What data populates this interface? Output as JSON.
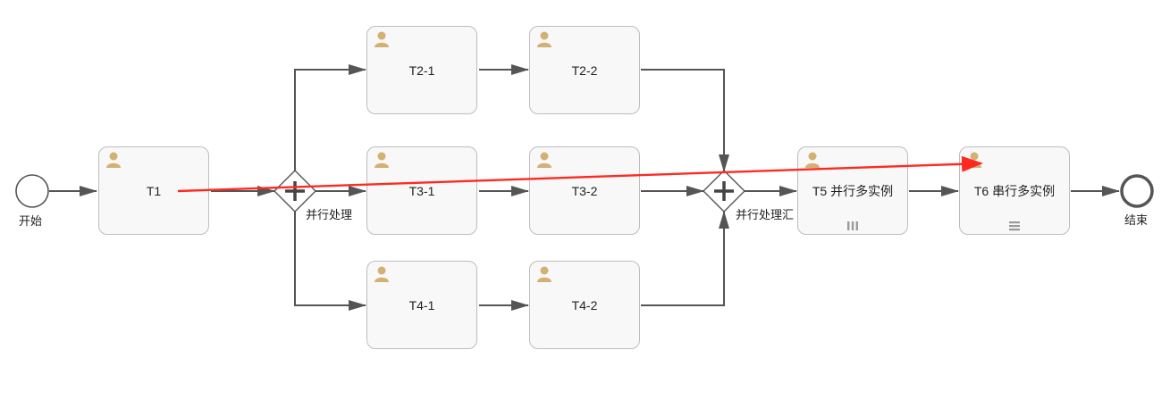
{
  "events": {
    "start": {
      "label": "开始"
    },
    "end": {
      "label": "结束"
    }
  },
  "gateways": {
    "split": {
      "label": "并行处理"
    },
    "join": {
      "label": "并行处理汇"
    }
  },
  "tasks": {
    "t1": {
      "label": "T1",
      "icon": "user-icon"
    },
    "t2_1": {
      "label": "T2-1",
      "icon": "user-icon"
    },
    "t2_2": {
      "label": "T2-2",
      "icon": "user-icon"
    },
    "t3_1": {
      "label": "T3-1",
      "icon": "user-icon"
    },
    "t3_2": {
      "label": "T3-2",
      "icon": "user-icon"
    },
    "t4_1": {
      "label": "T4-1",
      "icon": "user-icon"
    },
    "t4_2": {
      "label": "T4-2",
      "icon": "user-icon"
    },
    "t5": {
      "label": "T5 并行多实例",
      "icon": "user-icon",
      "marker": "parallel-multi-instance-marker"
    },
    "t6": {
      "label": "T6 串行多实例",
      "icon": "user-icon",
      "marker": "sequential-multi-instance-marker"
    }
  },
  "colors": {
    "flow": "#555555",
    "task_fill": "#f8f8f8",
    "task_border": "#bdbdbd",
    "user_icon": "#d3b174",
    "annotation_arrow": "#ff2a1f"
  }
}
